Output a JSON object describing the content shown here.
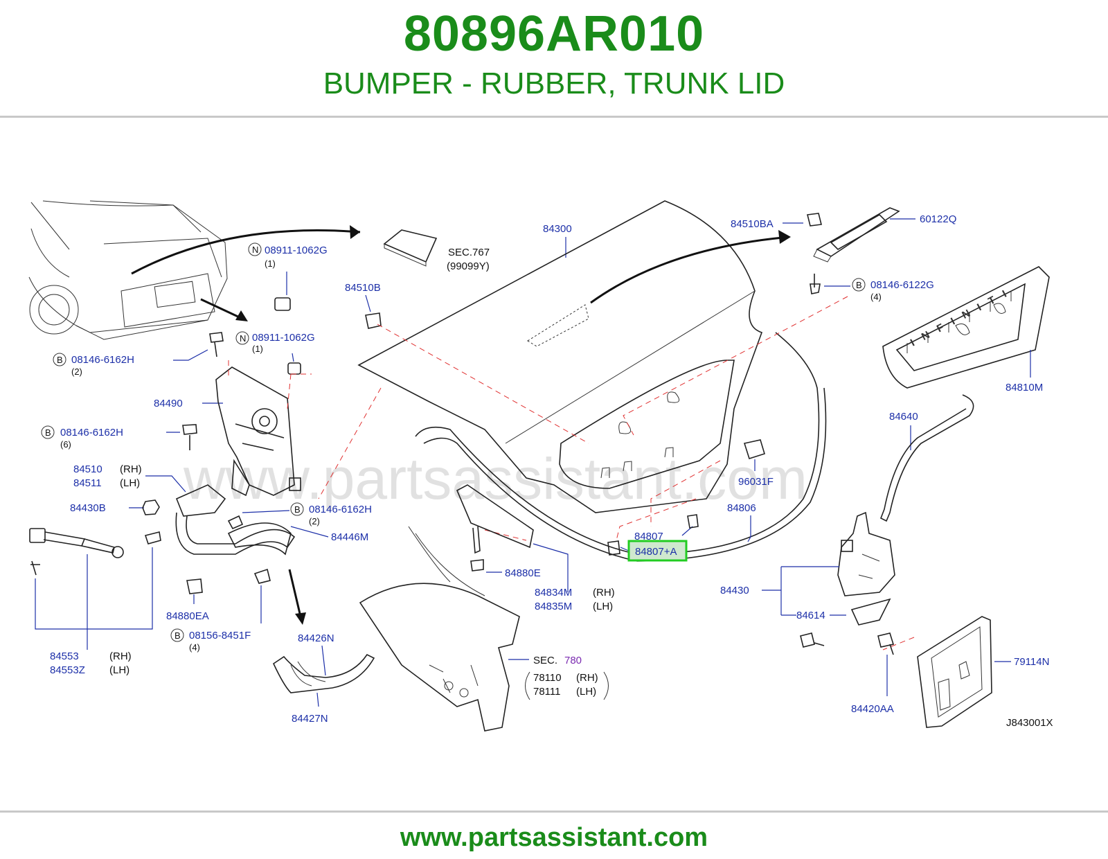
{
  "header": {
    "part_number": "80896AR010",
    "part_name": "BUMPER - RUBBER, TRUNK LID"
  },
  "footer": {
    "url": "www.partsassistant.com"
  },
  "watermark": "www.partsassistant.com",
  "diagram_code": "J843001X",
  "highlighted_part": "84807+A",
  "colors": {
    "title_green": "#1a8c1a",
    "label_blue": "#1c2fa8",
    "highlight_green": "#22cc22",
    "dashed_red": "#e03030"
  },
  "labels": {
    "p84300": "84300",
    "p84510BA": "84510BA",
    "p60122Q": "60122Q",
    "sec767": "SEC.767",
    "sec767_code": "(99099Y)",
    "b08911_1062G_a": "08911-1062G",
    "b08911_1062G_a_qty": "(1)",
    "b08911_1062G_b": "08911-1062G",
    "b08911_1062G_b_qty": "(1)",
    "p84510B": "84510B",
    "b08146_6122G": "08146-6122G",
    "b08146_6122G_qty": "(4)",
    "b08146_6162H_a": "08146-6162H",
    "b08146_6162H_a_qty": "(2)",
    "p84490": "84490",
    "b08146_6162H_b": "08146-6162H",
    "b08146_6162H_b_qty": "(6)",
    "p84510": "84510",
    "p84510_side": "(RH)",
    "p84511": "84511",
    "p84511_side": "(LH)",
    "p84430B": "84430B",
    "b08146_6162H_c": "08146-6162H",
    "b08146_6162H_c_qty": "(2)",
    "p84446M": "84446M",
    "p84810M": "84810M",
    "p84640": "84640",
    "p96031F": "96031F",
    "p84806": "84806",
    "p84807": "84807",
    "p84807A": "84807+A",
    "p84880E": "84880E",
    "p84834M": "84834M",
    "p84834M_side": "(RH)",
    "p84835M": "84835M",
    "p84835M_side": "(LH)",
    "p84880EA": "84880EA",
    "b08156_8451F": "08156-8451F",
    "b08156_8451F_qty": "(4)",
    "p84553": "84553",
    "p84553_side": "(RH)",
    "p84553Z": "84553Z",
    "p84553Z_side": "(LH)",
    "p84426N": "84426N",
    "p84427N": "84427N",
    "sec780_prefix": "SEC.",
    "sec780_num": "780",
    "p78110": "78110",
    "p78110_side": "(RH)",
    "p78111": "78111",
    "p78111_side": "(LH)",
    "p84430": "84430",
    "p84614": "84614",
    "p84420AA": "84420AA",
    "p79114N": "79114N",
    "circle_B": "B",
    "circle_N": "N",
    "badge_text": "INFINITI"
  }
}
